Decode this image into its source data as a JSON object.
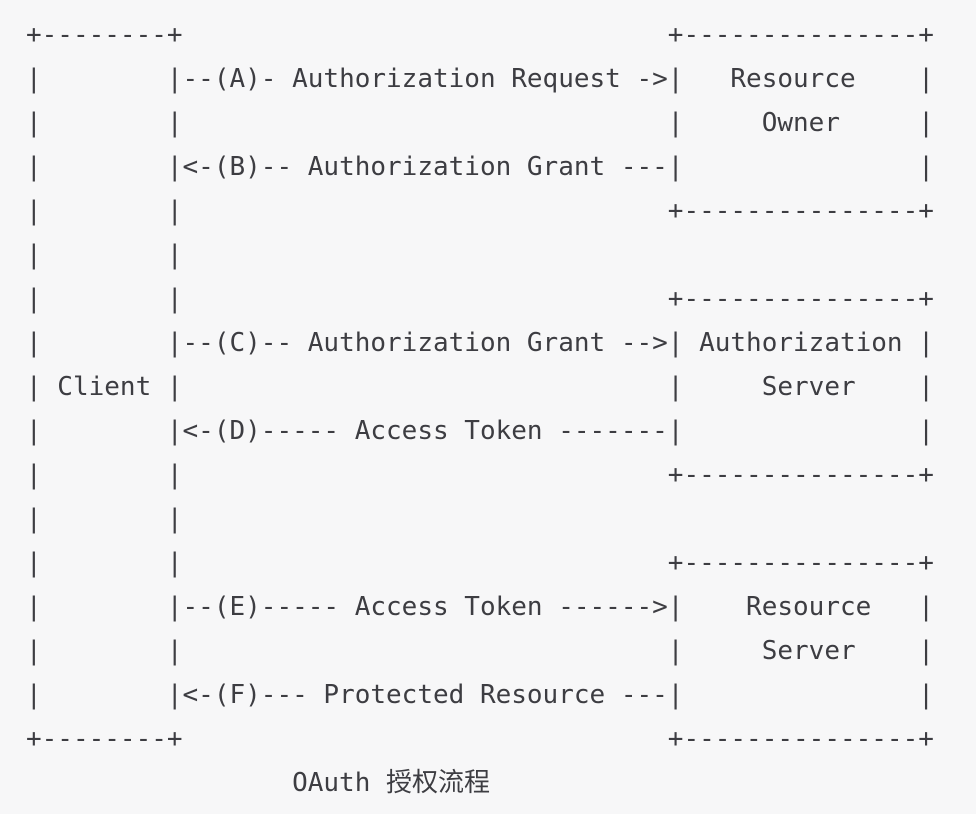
{
  "colors": {
    "background": "#f7f7f8",
    "text": "#3d3d42"
  },
  "diagram": {
    "lines": [
      "+--------+                               +---------------+",
      "|        |--(A)- Authorization Request ->|   Resource    |",
      "|        |                               |     Owner     |",
      "|        |<-(B)-- Authorization Grant ---|               |",
      "|        |                               +---------------+",
      "|        |",
      "|        |                               +---------------+",
      "|        |--(C)-- Authorization Grant -->| Authorization |",
      "| Client |                               |     Server    |",
      "|        |<-(D)----- Access Token -------|               |",
      "|        |                               +---------------+",
      "|        |",
      "|        |                               +---------------+",
      "|        |--(E)----- Access Token ------>|    Resource   |",
      "|        |                               |     Server    |",
      "|        |<-(F)--- Protected Resource ---|               |",
      "+--------+                               +---------------+"
    ],
    "caption": "OAuth 授权流程",
    "flow": {
      "actors": [
        "Client",
        "Resource Owner",
        "Authorization Server",
        "Resource Server"
      ],
      "steps": [
        {
          "id": "A",
          "label": "Authorization Request",
          "arrow": "->"
        },
        {
          "id": "B",
          "label": "Authorization Grant",
          "arrow": "<-"
        },
        {
          "id": "C",
          "label": "Authorization Grant",
          "arrow": "->"
        },
        {
          "id": "D",
          "label": "Access Token",
          "arrow": "<-"
        },
        {
          "id": "E",
          "label": "Access Token",
          "arrow": "->"
        },
        {
          "id": "F",
          "label": "Protected Resource",
          "arrow": "<-"
        }
      ]
    }
  }
}
